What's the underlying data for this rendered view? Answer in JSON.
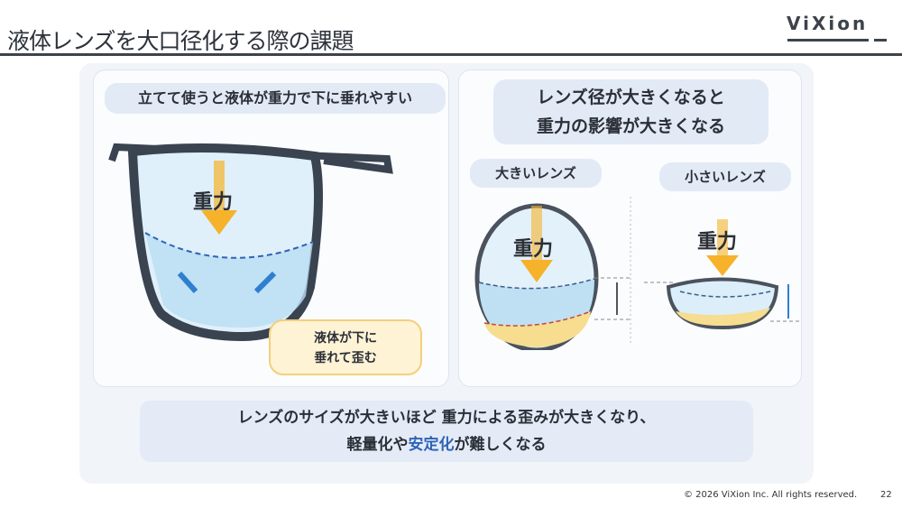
{
  "header": {
    "title": "液体レンズを大口径化する際の課題",
    "logo": "ViXion"
  },
  "left_card": {
    "heading": "立てて使うと液体が重力で下に垂れやすい",
    "gravity_label": "重力",
    "bubble_line1": "液体が下に",
    "bubble_line2": "垂れて歪む"
  },
  "right_card": {
    "heading_line1": "レンズ径が大きくなると",
    "heading_line2": "重力の影響が大きくなる",
    "large": {
      "label": "大きいレンズ",
      "gravity_label": "重力"
    },
    "small": {
      "label": "小さいレンズ",
      "gravity_label": "重力"
    }
  },
  "banner": {
    "line1": "レンズのサイズが大きいほど 重力による歪みが大きくなり、",
    "line2_a": "軽量化や",
    "line2_b": "安定化",
    "line2_c": "が難しくなる"
  },
  "footer": {
    "copyright": "© 2026 ViXion Inc. All rights reserved.",
    "page": "22"
  },
  "colors": {
    "accent": "#2f63b5",
    "arrow": "#f5b22a",
    "rule": "#3d434b"
  }
}
